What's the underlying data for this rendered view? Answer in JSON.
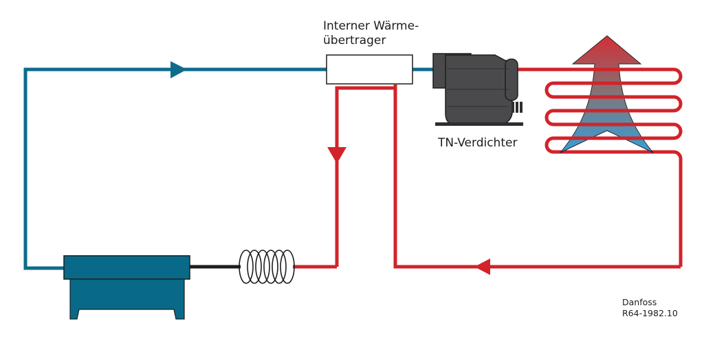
{
  "labels": {
    "heat_exchanger_line1": "Interner Wärme-",
    "heat_exchanger_line2": "übertrager",
    "compressor": "TN-Verdichter",
    "credit_line1": "Danfoss",
    "credit_line2": "R64-1982.10"
  },
  "colors": {
    "cold_line": "#0f6b8c",
    "hot_line": "#d2232a",
    "evaporator_fill": "#086a88",
    "compressor_fill": "#4a4a4c",
    "outline": "#1d1d1b",
    "arrow_top": "#d2232a",
    "arrow_bottom": "#2a9bd6"
  }
}
